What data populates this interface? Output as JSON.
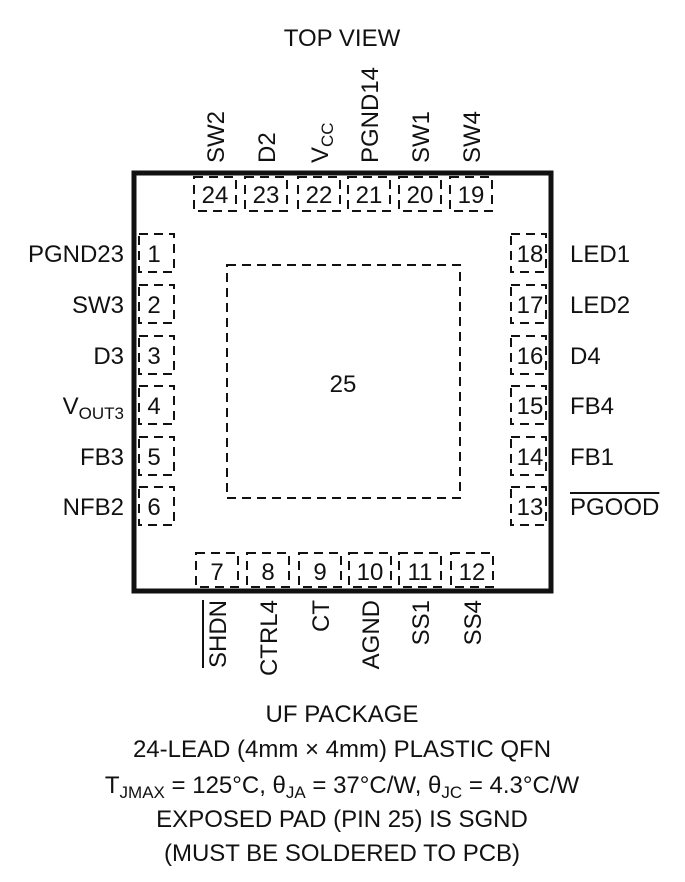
{
  "title": "TOP VIEW",
  "center_pad": "25",
  "top_pins": [
    {
      "num": "24",
      "label": "SW2"
    },
    {
      "num": "23",
      "label": "D2"
    },
    {
      "num": "22",
      "label": "V",
      "sub": "CC"
    },
    {
      "num": "21",
      "label": "PGND14"
    },
    {
      "num": "20",
      "label": "SW1"
    },
    {
      "num": "19",
      "label": "SW4"
    }
  ],
  "left_pins": [
    {
      "num": "1",
      "label": "PGND23"
    },
    {
      "num": "2",
      "label": "SW3"
    },
    {
      "num": "3",
      "label": "D3"
    },
    {
      "num": "4",
      "label": "V",
      "sub": "OUT3"
    },
    {
      "num": "5",
      "label": "FB3"
    },
    {
      "num": "6",
      "label": "NFB2"
    }
  ],
  "right_pins": [
    {
      "num": "18",
      "label": "LED1"
    },
    {
      "num": "17",
      "label": "LED2"
    },
    {
      "num": "16",
      "label": "D4"
    },
    {
      "num": "15",
      "label": "FB4"
    },
    {
      "num": "14",
      "label": "FB1"
    },
    {
      "num": "13",
      "label": "PGOOD",
      "overline": true
    }
  ],
  "bottom_pins": [
    {
      "num": "7",
      "label": "SHDN",
      "overline": true
    },
    {
      "num": "8",
      "label": "CTRL4"
    },
    {
      "num": "9",
      "label": "CT"
    },
    {
      "num": "10",
      "label": "AGND"
    },
    {
      "num": "11",
      "label": "SS1"
    },
    {
      "num": "12",
      "label": "SS4"
    }
  ],
  "footer": {
    "line1": "UF PACKAGE",
    "line2": "24-LEAD (4mm × 4mm) PLASTIC QFN",
    "thermal": [
      {
        "t": "T"
      },
      {
        "t": "JMAX",
        "sub": true
      },
      {
        "t": " = 125°C, θ"
      },
      {
        "t": "JA",
        "sub": true
      },
      {
        "t": " = 37°C/W, θ"
      },
      {
        "t": "JC",
        "sub": true
      },
      {
        "t": " = 4.3°C/W"
      }
    ],
    "line4": "EXPOSED PAD (PIN 25) IS SGND",
    "line5": "(MUST BE SOLDERED TO PCB)"
  }
}
